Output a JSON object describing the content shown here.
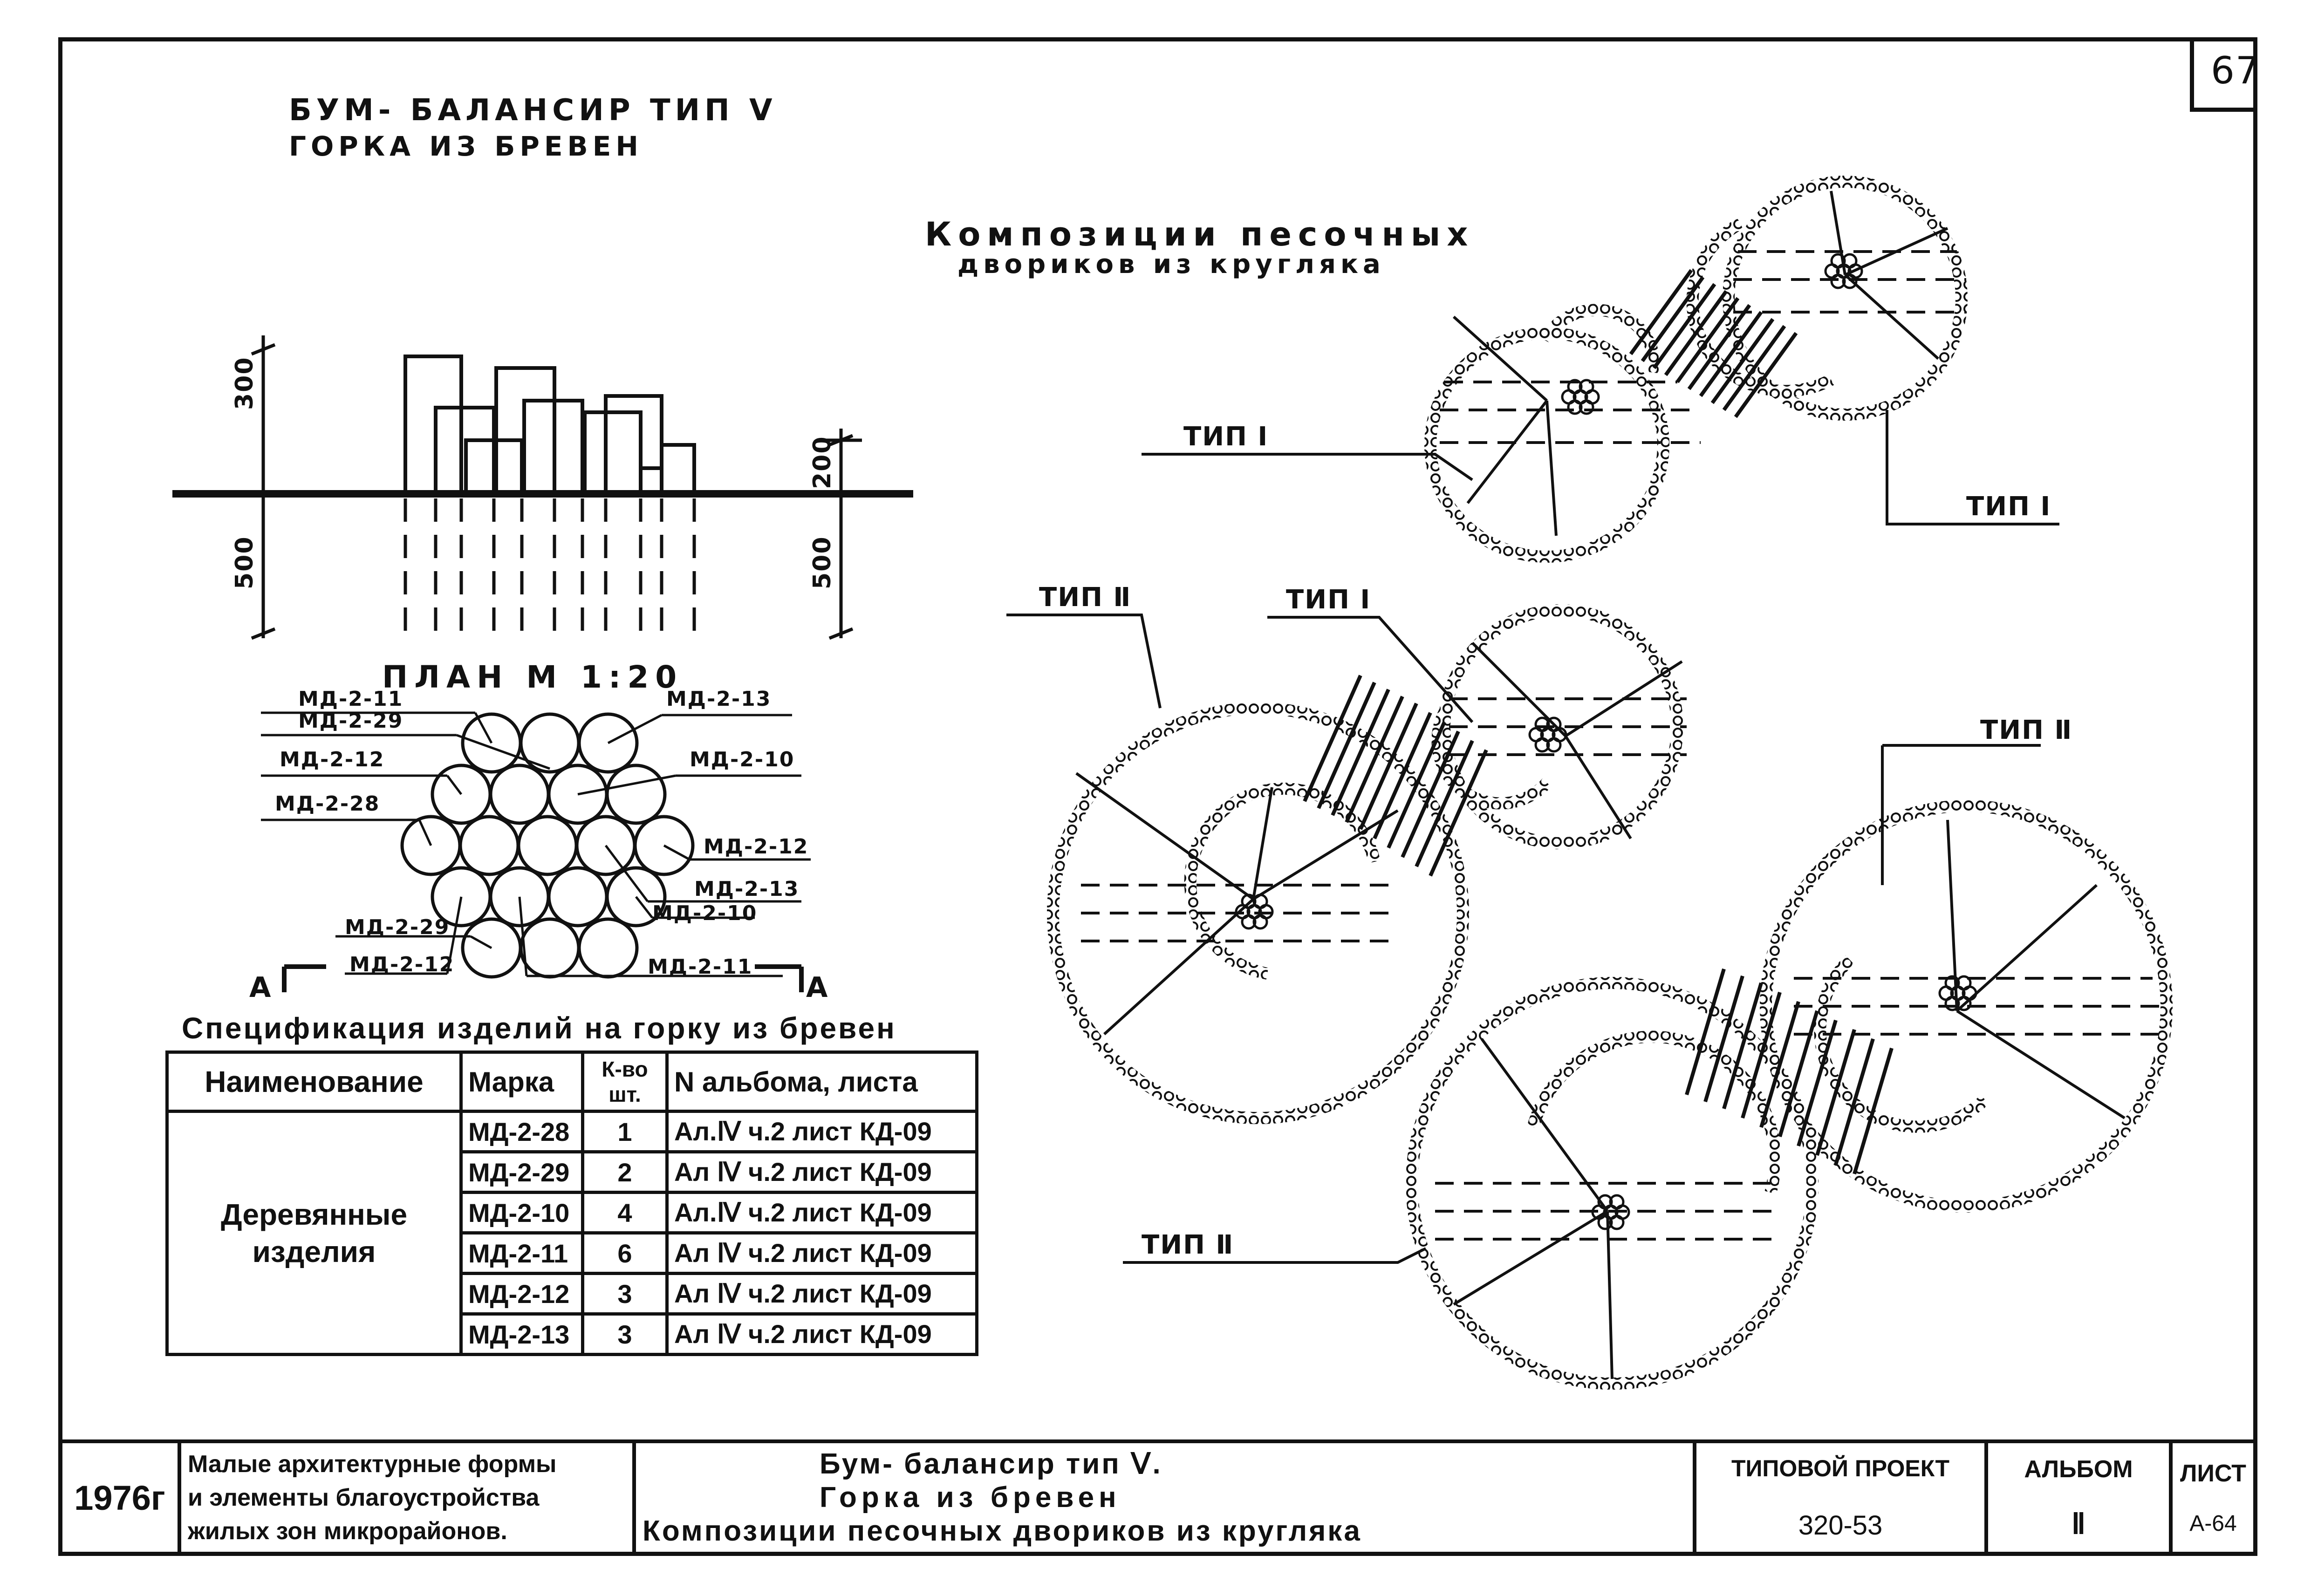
{
  "sheet_number": "67",
  "header": {
    "line1": "БУМ- БАЛАНСИР ТИП Ⅴ",
    "line2": "ГОРКА ИЗ БРЕВЕН"
  },
  "compositions_title": {
    "line1": "Композиции песочных",
    "line2": "двориков из кругляка"
  },
  "elevation": {
    "dim_left_top": "300",
    "dim_left_bottom": "500",
    "dim_right_top": "200",
    "dim_right_bottom": "500"
  },
  "plan": {
    "title": "ПЛАН  М 1:20",
    "callouts": [
      "МД-2-11",
      "МД-2-29",
      "МД-2-12",
      "МД-2-28",
      "МД-2-13",
      "МД-2-10",
      "МД-2-12",
      "МД-2-13",
      "МД-2-10",
      "МД-2-29",
      "МД-2-12",
      "МД-2-11"
    ],
    "section_mark": "А"
  },
  "type_labels": {
    "t1_top_left": "ТИП Ⅰ",
    "t1_top_right": "ТИП Ⅰ",
    "t2_mid_left": "ТИП Ⅱ",
    "t1_mid": "ТИП Ⅰ",
    "t2_mid_right": "ТИП Ⅱ",
    "t2_bottom": "ТИП Ⅱ"
  },
  "spec": {
    "title": "Спецификация изделий на горку из бревен",
    "headers": [
      "Наименование",
      "Марка",
      "К-во шт.",
      "N альбома, листа"
    ],
    "name": "Деревянные изделия",
    "rows": [
      {
        "mark": "МД-2-28",
        "qty": "1",
        "ref": "Ал.Ⅳ ч.2 лист КД-09"
      },
      {
        "mark": "МД-2-29",
        "qty": "2",
        "ref": "Ал Ⅳ ч.2 лист КД-09"
      },
      {
        "mark": "МД-2-10",
        "qty": "4",
        "ref": "Ал.Ⅳ ч.2 лист КД-09"
      },
      {
        "mark": "МД-2-11",
        "qty": "6",
        "ref": "Ал Ⅳ ч.2 лист КД-09"
      },
      {
        "mark": "МД-2-12",
        "qty": "3",
        "ref": "Ал Ⅳ ч.2 лист КД-09"
      },
      {
        "mark": "МД-2-13",
        "qty": "3",
        "ref": "Ал Ⅳ ч.2 лист КД-09"
      }
    ]
  },
  "title_block": {
    "year": "1976г",
    "org_line1": "Малые архитектурные формы",
    "org_line2": "и элементы благоустройства",
    "org_line3": "жилых зон микрорайонов.",
    "title_line1": "Бум- балансир тип Ⅴ.",
    "title_line2": "Горка  из  бревен",
    "title_line3": "Композиции песочных двориков из кругляка",
    "project_label": "ТИПОВОЙ ПРОЕКТ",
    "project_number": "320-53",
    "album_label": "АЛЬБОМ",
    "album_number": "Ⅱ",
    "sheet_label": "ЛИСТ",
    "sheet_value": "А-64"
  }
}
